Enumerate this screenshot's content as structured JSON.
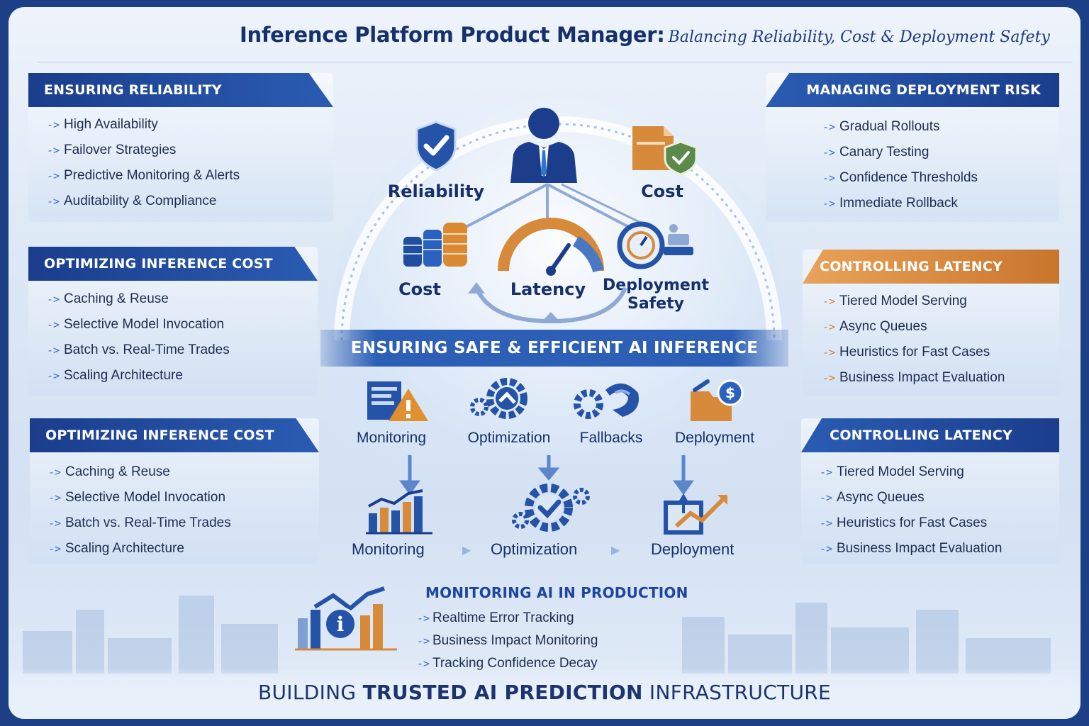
{
  "title": {
    "main": "Inference Platform Product Manager:",
    "subtitle": "Balancing Reliability, Cost & Deployment Safety"
  },
  "left_panels": [
    {
      "heading": "ENSURING RELIABILITY",
      "items": [
        "High Availability",
        "Failover Strategies",
        "Predictive Monitoring & Alerts",
        "Auditability & Compliance"
      ]
    },
    {
      "heading": "OPTIMIZING INFERENCE COST",
      "items": [
        "Caching & Reuse",
        "Selective Model Invocation",
        "Batch vs. Real-Time Trades",
        "Scaling Architecture"
      ]
    },
    {
      "heading": "OPTIMIZING INFERENCE  COST",
      "items": [
        "Caching & Reuse",
        "Selective Model Invocation",
        "Batch vs. Real-Time Trades",
        "Scaling Architecture"
      ]
    }
  ],
  "right_panels": [
    {
      "heading": "MANAGING DEPLOYMENT RISK",
      "items": [
        "Gradual Rollouts",
        "Canary Testing",
        "Confidence Thresholds",
        "Immediate Rollback"
      ]
    },
    {
      "heading": "CONTROLLING LATENCY",
      "items": [
        "Tiered Model Serving",
        "Async Queues",
        "Heuristics for Fast Cases",
        "Business Impact Evaluation"
      ]
    },
    {
      "heading": "CONTROLLING LATENCY",
      "items": [
        "Tiered Model Serving",
        "Async Queues",
        "Heuristics for Fast Cases",
        "Business Impact Evaluation"
      ]
    }
  ],
  "center": {
    "top_left_label": "Reliability",
    "top_right_label": "Cost",
    "pillars": [
      "Cost",
      "Latency",
      "Deployment Safety"
    ],
    "banner": "ENSURING SAFE & EFFICIENT AI INFERENCE",
    "processes": [
      "Monitoring",
      "Optimization",
      "Fallbacks",
      "Deployment"
    ],
    "steps": [
      "Monitoring",
      "Optimization",
      "Deployment"
    ]
  },
  "monitoring": {
    "heading": "MONITORING AI IN PRODUCTION",
    "items": [
      "Realtime Error Tracking",
      "Business Impact Monitoring",
      "Tracking Confidence Decay"
    ]
  },
  "footer": {
    "prefix": "BUILDING ",
    "bold": "TRUSTED AI PREDICTION",
    "suffix": " INFRASTRUCTURE"
  },
  "colors": {
    "navy": "#16306a",
    "header_blue": "#1b3d8c",
    "accent_orange": "#d27d2c",
    "background": "#dde8f6"
  },
  "arrow_glyph": "->"
}
